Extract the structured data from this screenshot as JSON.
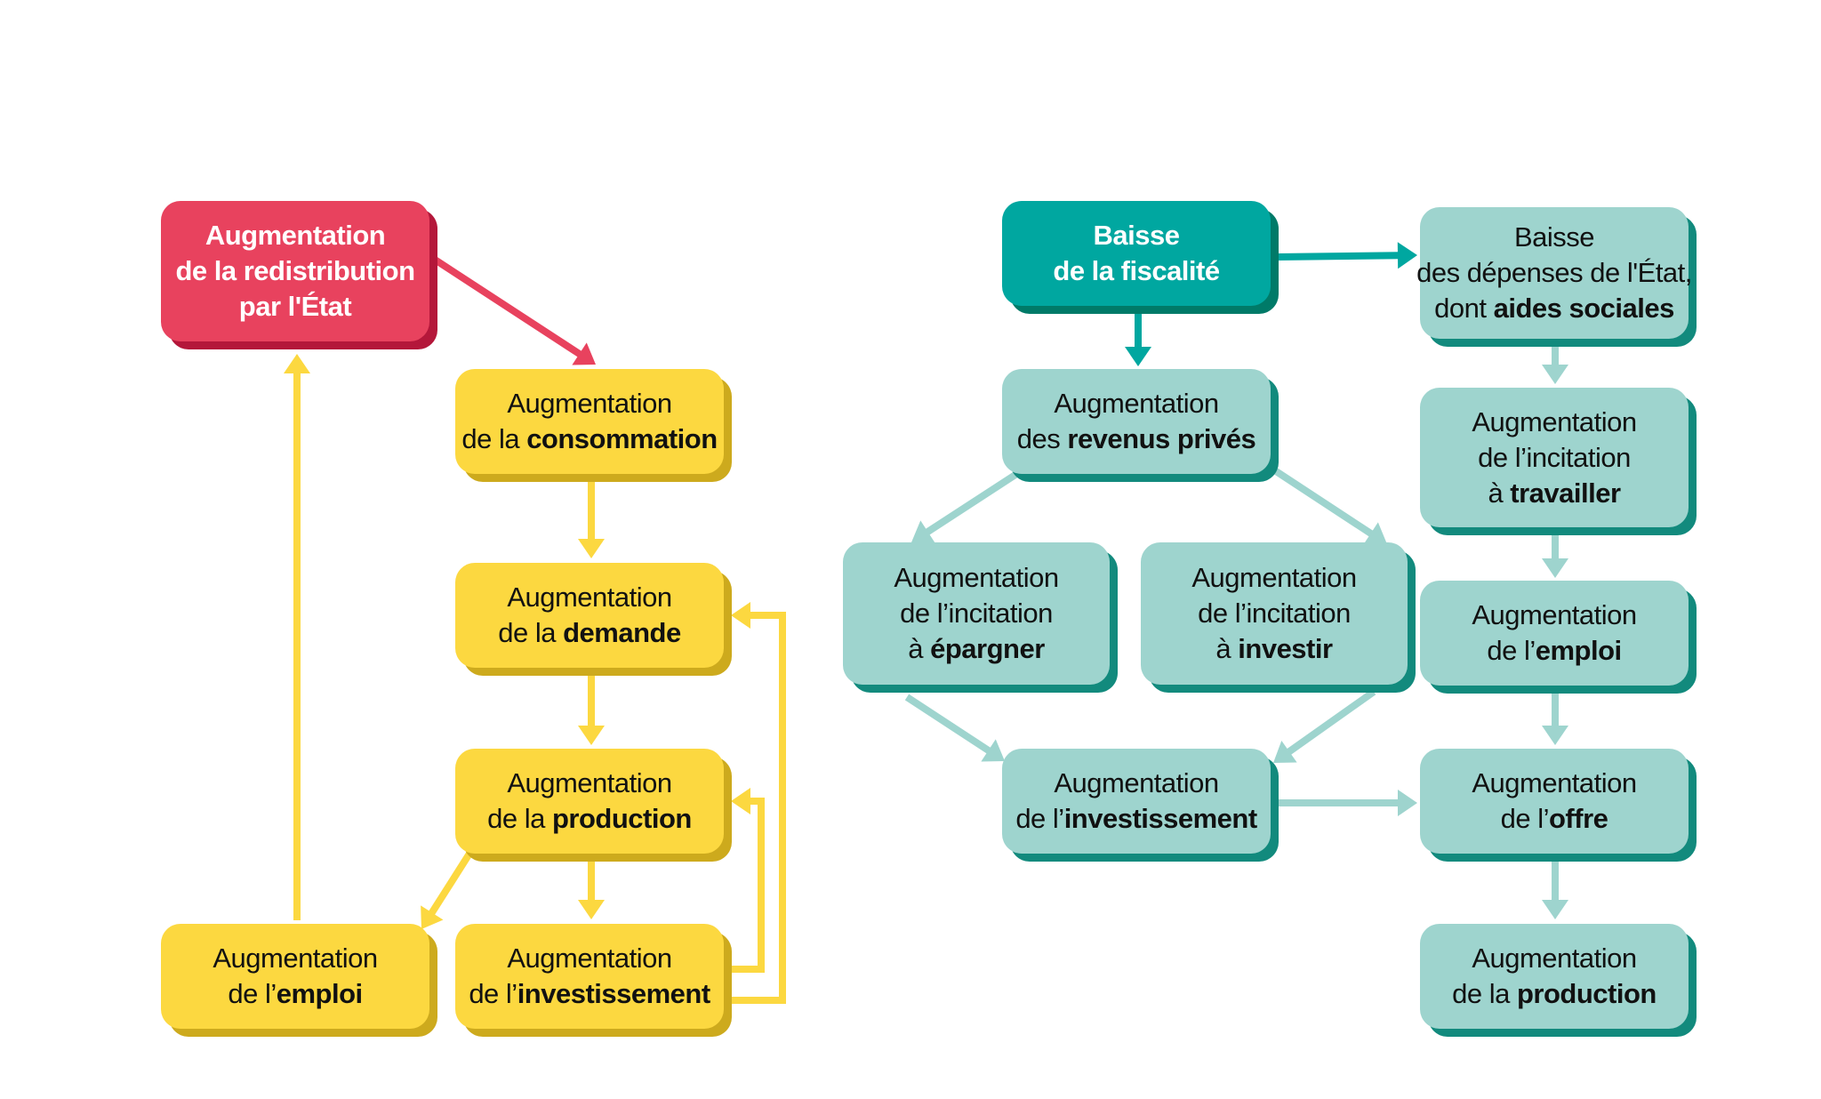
{
  "colors": {
    "yellow": "#fcd840",
    "yellow_arrow": "#fcd840",
    "red": "#e8425e",
    "red_arrow": "#e8425e",
    "teal": "#00a7a0",
    "teal_arrow": "#00a7a0",
    "light_teal": "#9ed4ce",
    "light_teal_arrow": "#9ed4ce"
  },
  "left": {
    "redistribution": {
      "lines": [
        [
          {
            "t": "Augmentation"
          }
        ],
        [
          {
            "t": "de la redistribution"
          }
        ],
        [
          {
            "t": "par l'État"
          }
        ]
      ]
    },
    "consommation": {
      "lines": [
        [
          {
            "t": "Augmentation"
          }
        ],
        [
          {
            "t": "de la "
          },
          {
            "t": "consommation",
            "b": true
          }
        ]
      ]
    },
    "demande": {
      "lines": [
        [
          {
            "t": "Augmentation"
          }
        ],
        [
          {
            "t": "de la "
          },
          {
            "t": "demande",
            "b": true
          }
        ]
      ]
    },
    "production": {
      "lines": [
        [
          {
            "t": "Augmentation"
          }
        ],
        [
          {
            "t": "de la "
          },
          {
            "t": "production",
            "b": true
          }
        ]
      ]
    },
    "emploi": {
      "lines": [
        [
          {
            "t": "Augmentation"
          }
        ],
        [
          {
            "t": "de l’"
          },
          {
            "t": "emploi",
            "b": true
          }
        ]
      ]
    },
    "investissement": {
      "lines": [
        [
          {
            "t": "Augmentation"
          }
        ],
        [
          {
            "t": "de l’"
          },
          {
            "t": "investissement",
            "b": true
          }
        ]
      ]
    }
  },
  "right": {
    "fiscalite": {
      "lines": [
        [
          {
            "t": "Baisse"
          }
        ],
        [
          {
            "t": "de la fiscalité"
          }
        ]
      ]
    },
    "depenses": {
      "lines": [
        [
          {
            "t": "Baisse"
          }
        ],
        [
          {
            "t": "des dépenses de l'État,"
          }
        ],
        [
          {
            "t": "dont "
          },
          {
            "t": "aides sociales",
            "b": true
          }
        ]
      ]
    },
    "revenus": {
      "lines": [
        [
          {
            "t": "Augmentation"
          }
        ],
        [
          {
            "t": "des "
          },
          {
            "t": "revenus privés",
            "b": true
          }
        ]
      ]
    },
    "travailler": {
      "lines": [
        [
          {
            "t": "Augmentation"
          }
        ],
        [
          {
            "t": "de l’incitation"
          }
        ],
        [
          {
            "t": "à "
          },
          {
            "t": "travailler",
            "b": true
          }
        ]
      ]
    },
    "epargner": {
      "lines": [
        [
          {
            "t": "Augmentation"
          }
        ],
        [
          {
            "t": "de l’incitation"
          }
        ],
        [
          {
            "t": "à "
          },
          {
            "t": "épargner",
            "b": true
          }
        ]
      ]
    },
    "investir": {
      "lines": [
        [
          {
            "t": "Augmentation"
          }
        ],
        [
          {
            "t": "de l’incitation"
          }
        ],
        [
          {
            "t": "à "
          },
          {
            "t": "investir",
            "b": true
          }
        ]
      ]
    },
    "emploi": {
      "lines": [
        [
          {
            "t": "Augmentation"
          }
        ],
        [
          {
            "t": "de l’"
          },
          {
            "t": "emploi",
            "b": true
          }
        ]
      ]
    },
    "investissement": {
      "lines": [
        [
          {
            "t": "Augmentation"
          }
        ],
        [
          {
            "t": "de l’"
          },
          {
            "t": "investissement",
            "b": true
          }
        ]
      ]
    },
    "offre": {
      "lines": [
        [
          {
            "t": "Augmentation"
          }
        ],
        [
          {
            "t": "de l’"
          },
          {
            "t": "offre",
            "b": true
          }
        ]
      ]
    },
    "production": {
      "lines": [
        [
          {
            "t": "Augmentation"
          }
        ],
        [
          {
            "t": "de la "
          },
          {
            "t": "production",
            "b": true
          }
        ]
      ]
    }
  }
}
